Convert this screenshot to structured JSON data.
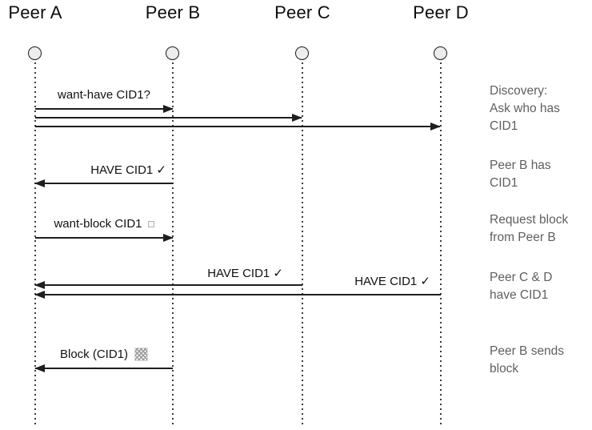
{
  "peers": [
    {
      "label": "Peer A"
    },
    {
      "label": "Peer B"
    },
    {
      "label": "Peer C"
    },
    {
      "label": "Peer D"
    }
  ],
  "messages": [
    {
      "label": "want-have CID1?",
      "from": "Peer A",
      "to": "Peer B"
    },
    {
      "label": "",
      "from": "Peer A",
      "to": "Peer C"
    },
    {
      "label": "",
      "from": "Peer A",
      "to": "Peer D"
    },
    {
      "label": "HAVE CID1 ✓",
      "from": "Peer B",
      "to": "Peer A"
    },
    {
      "label": "want-block CID1",
      "icon": "empty-square-icon",
      "from": "Peer A",
      "to": "Peer B"
    },
    {
      "label": "HAVE CID1 ✓",
      "from": "Peer C",
      "to": "Peer A"
    },
    {
      "label": "HAVE CID1 ✓",
      "from": "Peer D",
      "to": "Peer A"
    },
    {
      "label": "Block (CID1)",
      "icon": "checkered-block-icon",
      "from": "Peer B",
      "to": "Peer A"
    }
  ],
  "annotations": [
    {
      "text": "Discovery:\nAsk who has\nCID1"
    },
    {
      "text": "Peer B has\nCID1"
    },
    {
      "text": "Request block\nfrom Peer B"
    },
    {
      "text": "Peer C & D\nhave CID1"
    },
    {
      "text": "Peer B sends\nblock"
    }
  ],
  "colors": {
    "arrow": "#1f1f1f",
    "lifeline_dots": "#3c3c3c",
    "annotation_text": "#5f5f5f",
    "node_fill": "#ededed",
    "node_stroke": "#1c1c1c"
  }
}
